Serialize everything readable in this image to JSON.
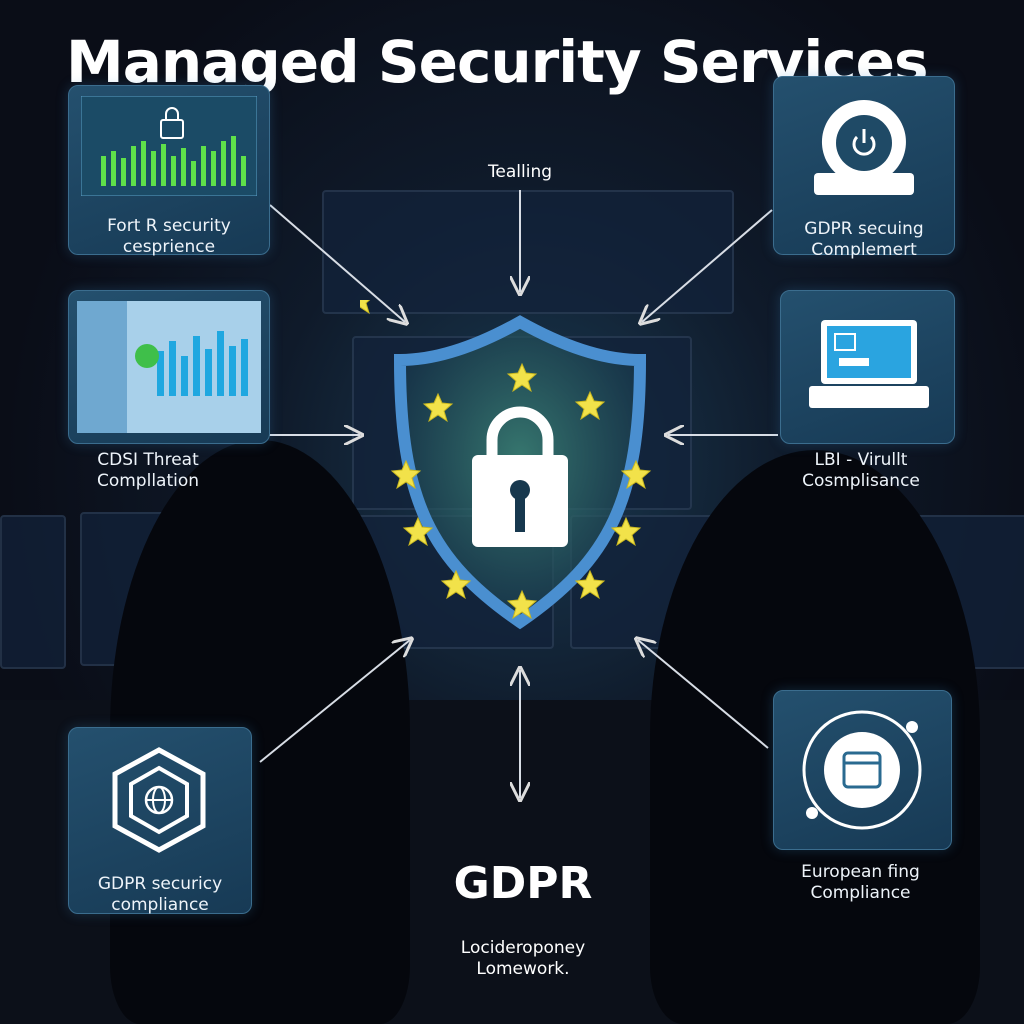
{
  "title": "Managed Security Services",
  "top_label": "Tealling",
  "cards": [
    {
      "label_line1": "Fort R security",
      "label_line2": "cesprience",
      "icon": "lock-chart-icon"
    },
    {
      "label_line1": "GDPR secuing",
      "label_line2": "Complemert",
      "icon": "power-shield-icon"
    },
    {
      "label_line1": "CDSI Threat",
      "label_line2": "Compllation",
      "icon": "dashboard-icon"
    },
    {
      "label_line1": "LBI - Virullt",
      "label_line2": "Cosmplisance",
      "icon": "laptop-icon"
    },
    {
      "label_line1": "GDPR securicy",
      "label_line2": "compliance",
      "icon": "globe-hexagon-icon"
    },
    {
      "label_line1": "European fing",
      "label_line2": "Compliance",
      "icon": "calendar-cycle-icon"
    }
  ],
  "center": {
    "heading": "GDPR",
    "sub_line1": "Locideroponey",
    "sub_line2": "Lomework.",
    "icon": "eu-shield-lock-icon"
  },
  "colors": {
    "background": "#0a0d17",
    "card": "#1f4a66",
    "shield": "#4a8fd0",
    "star": "#f2e24a",
    "chart_green": "#5fe04a"
  }
}
